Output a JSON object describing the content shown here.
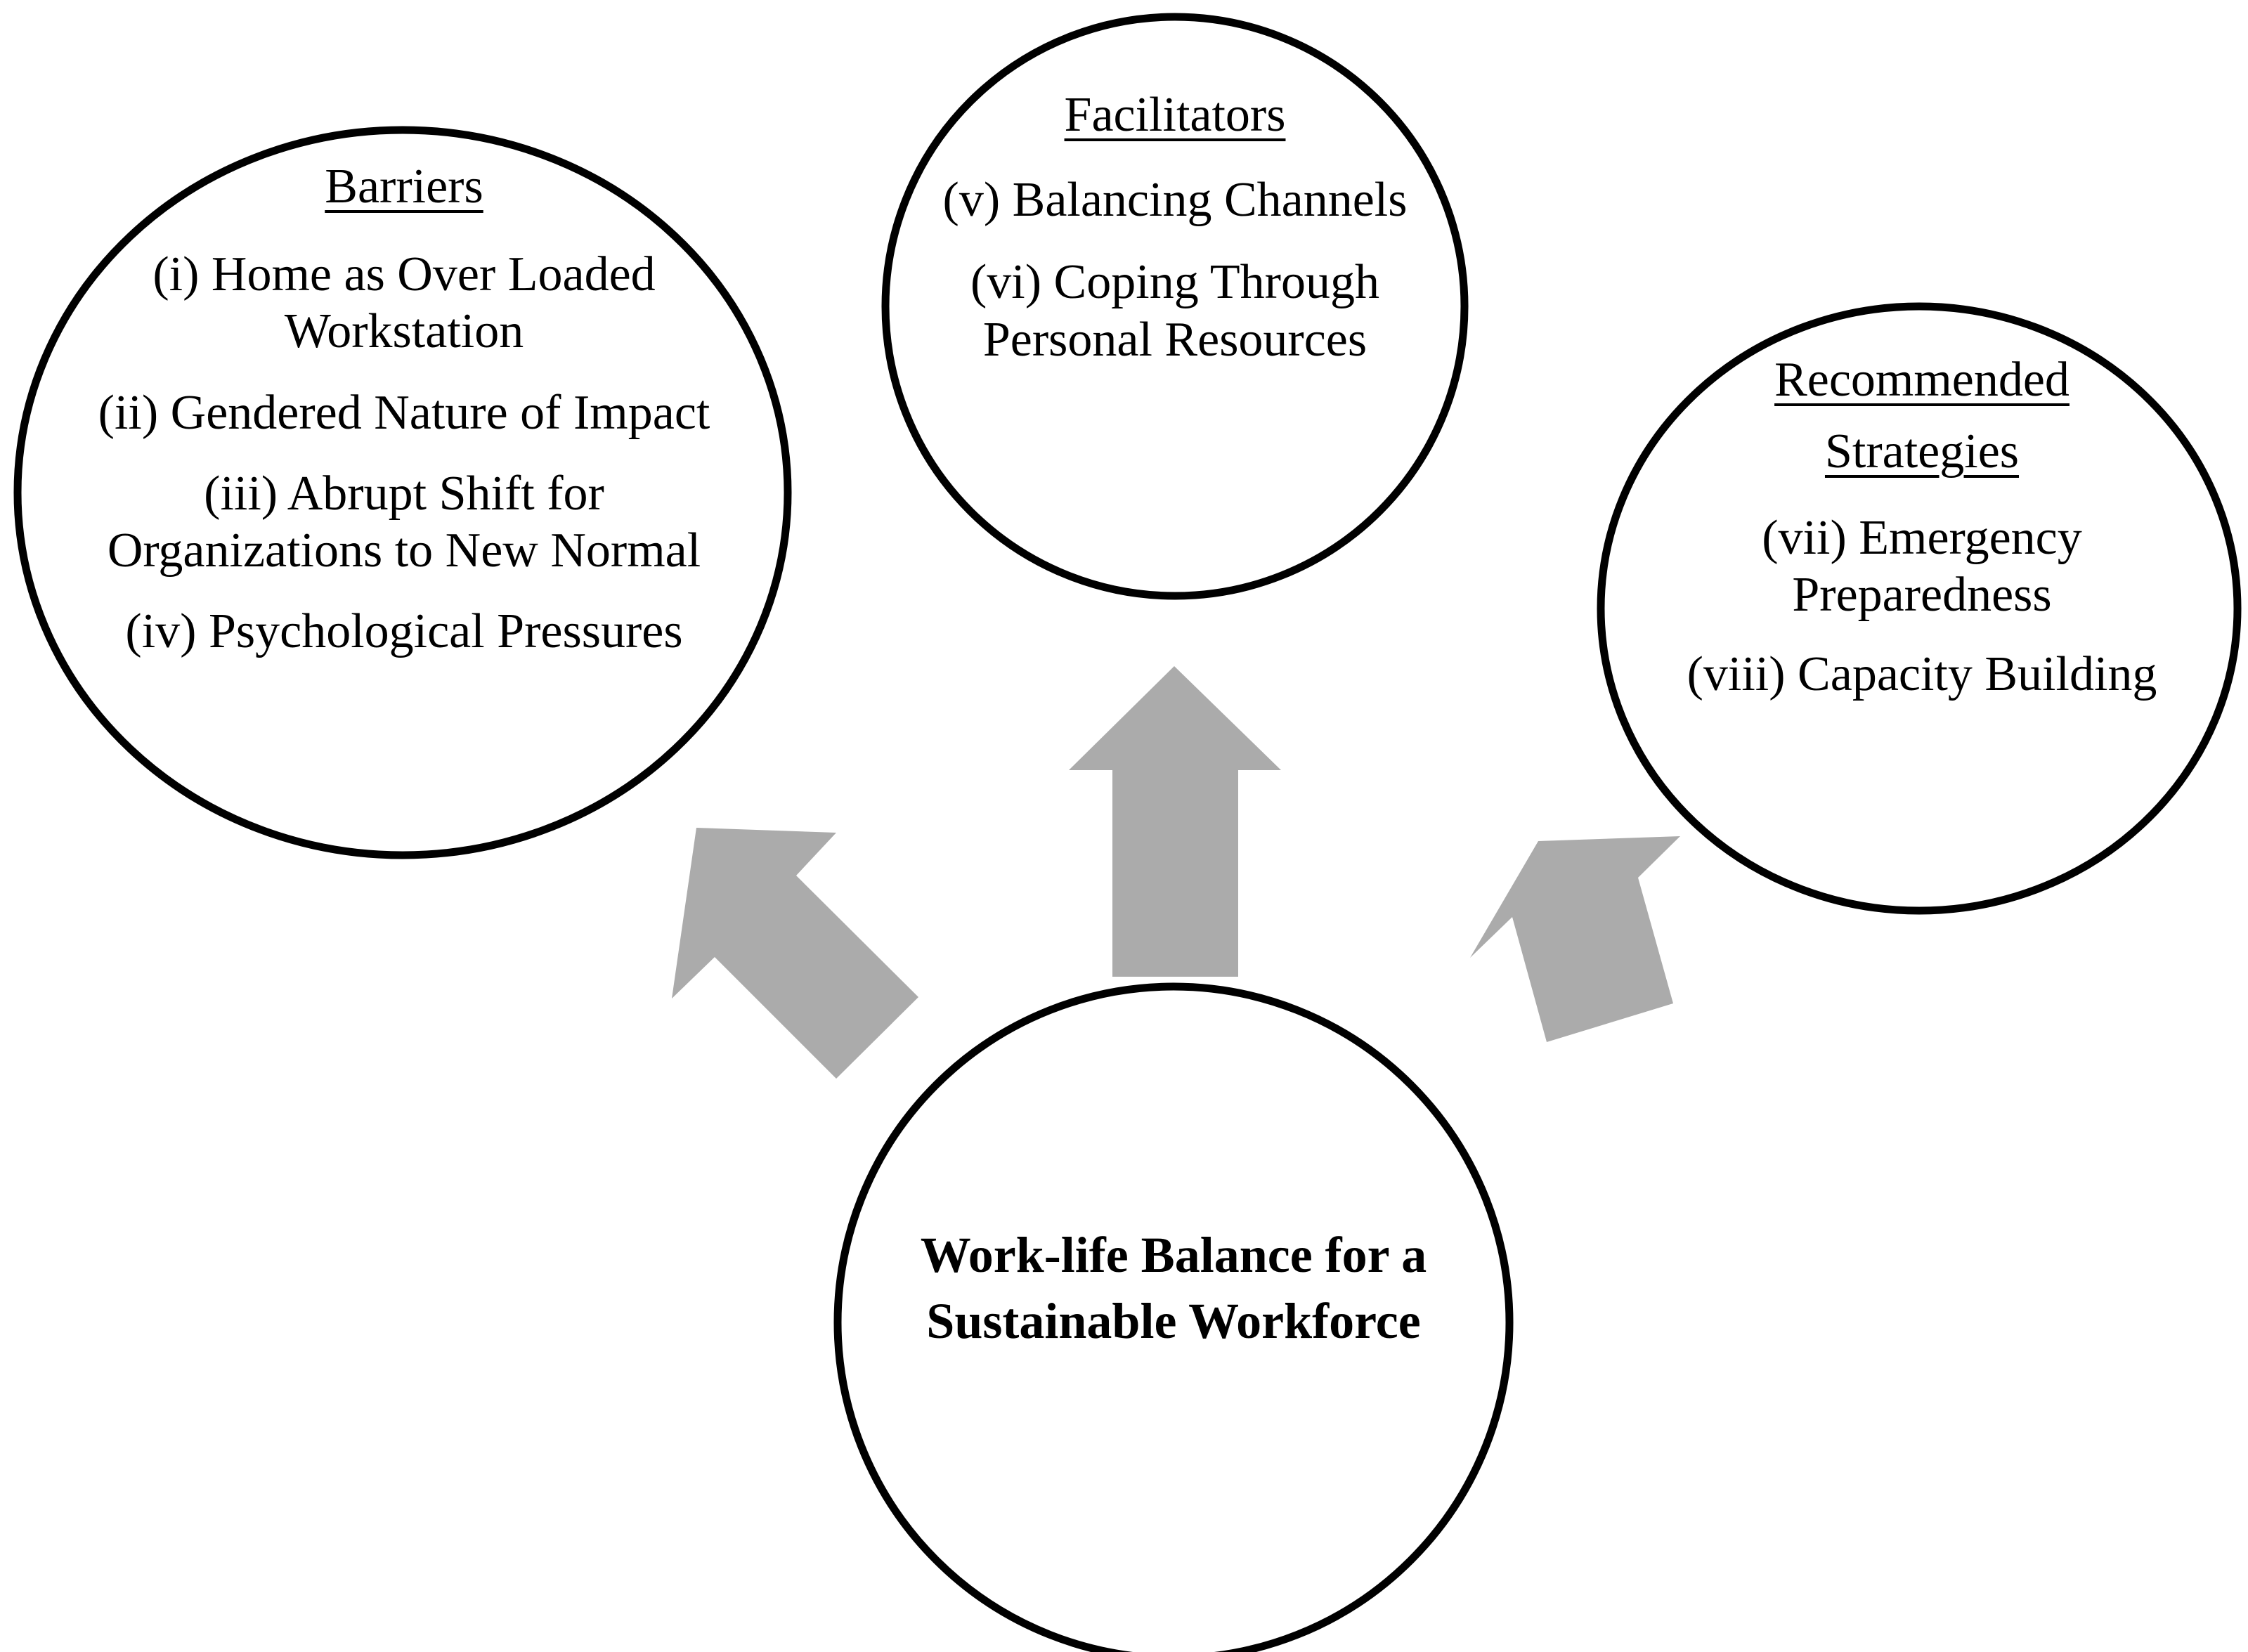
{
  "figure": {
    "type": "conceptual-diagram",
    "background_color": "#ffffff",
    "outline_color": "#000000",
    "arrow_color": "#ababab"
  },
  "nodes": {
    "barriers": {
      "title": "Barriers",
      "items": [
        "(i) Home as Over Loaded Workstation",
        "(ii) Gendered Nature of Impact",
        "(iii) Abrupt Shift for Organizations to New Normal",
        "(iv) Psychological Pressures"
      ]
    },
    "facilitators": {
      "title": "Facilitators",
      "items": [
        "(v) Balancing Channels",
        "(vi) Coping Through Personal Resources"
      ]
    },
    "strategies": {
      "title_line_1": "Recommended",
      "title_line_2": "Strategies",
      "items": [
        "(vii) Emergency Preparedness",
        "(viii) Capacity Building"
      ]
    },
    "core": {
      "label": "Work-life Balance for a Sustainable Workforce"
    }
  },
  "connectors": [
    {
      "name": "arrow-to-barriers",
      "direction": "up-left",
      "from": "core",
      "to": "barriers"
    },
    {
      "name": "arrow-to-facilitators",
      "direction": "up",
      "from": "core",
      "to": "facilitators"
    },
    {
      "name": "arrow-to-strategies",
      "direction": "up-right",
      "from": "core",
      "to": "strategies"
    }
  ]
}
